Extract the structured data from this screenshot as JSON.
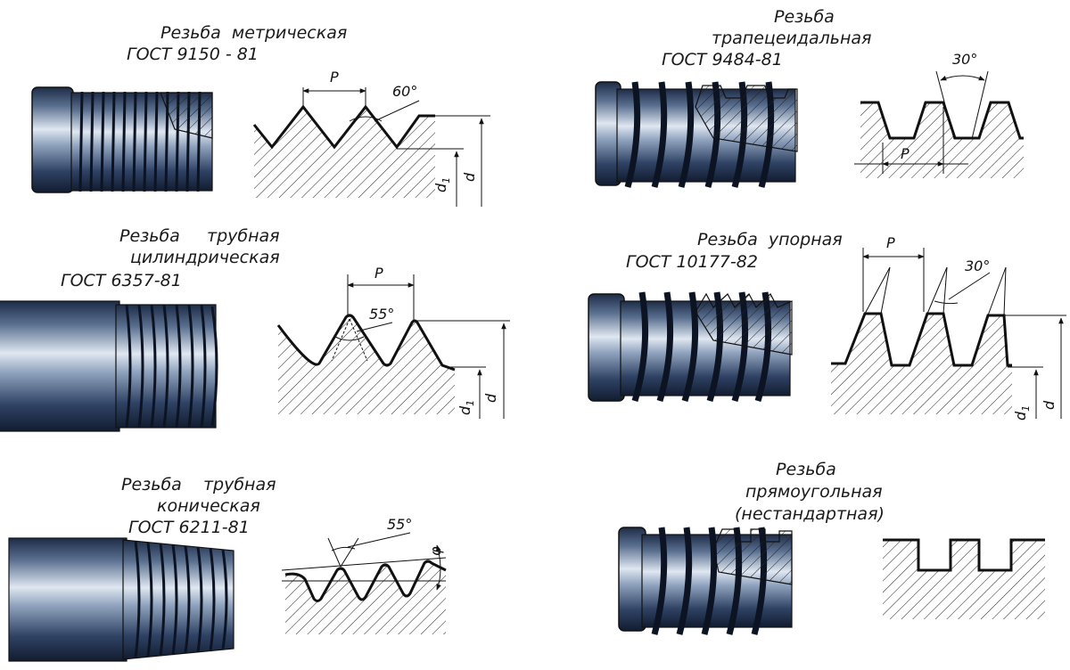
{
  "threads": [
    {
      "id": "metric",
      "title_lines": [
        "Резьба  метрическая",
        "ГОСТ 9150 - 81"
      ],
      "pitch_label": "P",
      "angle_label": "60°",
      "minor_d_label": "d",
      "minor_d_sub": "1",
      "major_d_label": "d"
    },
    {
      "id": "trapezoidal",
      "title_lines": [
        "Резьба",
        "трапецеидальная",
        "ГОСТ 9484-81"
      ],
      "pitch_label": "P",
      "angle_label": "30°"
    },
    {
      "id": "pipe-cylindrical",
      "title_lines": [
        "Резьба     трубная",
        "цилиндрическая",
        "ГОСТ 6357-81"
      ],
      "pitch_label": "P",
      "angle_label": "55°",
      "minor_d_label": "d",
      "minor_d_sub": "1",
      "major_d_label": "d"
    },
    {
      "id": "buttress",
      "title_lines": [
        "Резьба  упорная",
        "ГОСТ 10177-82"
      ],
      "pitch_label": "P",
      "angle_label": "30°",
      "minor_d_label": "d",
      "minor_d_sub": "1",
      "major_d_label": "d"
    },
    {
      "id": "pipe-conical",
      "title_lines": [
        "Резьба    трубная",
        "коническая",
        "ГОСТ 6211-81"
      ],
      "angle_label": "55°",
      "taper_label": "φ"
    },
    {
      "id": "square",
      "title_lines": [
        "Резьба",
        "прямоугольная",
        "(нестандартная)"
      ]
    }
  ],
  "colors": {
    "ink": "#111111",
    "steel_dark": "#1d2c48",
    "steel_mid": "#5b7090",
    "steel_light": "#dfe7f1"
  }
}
